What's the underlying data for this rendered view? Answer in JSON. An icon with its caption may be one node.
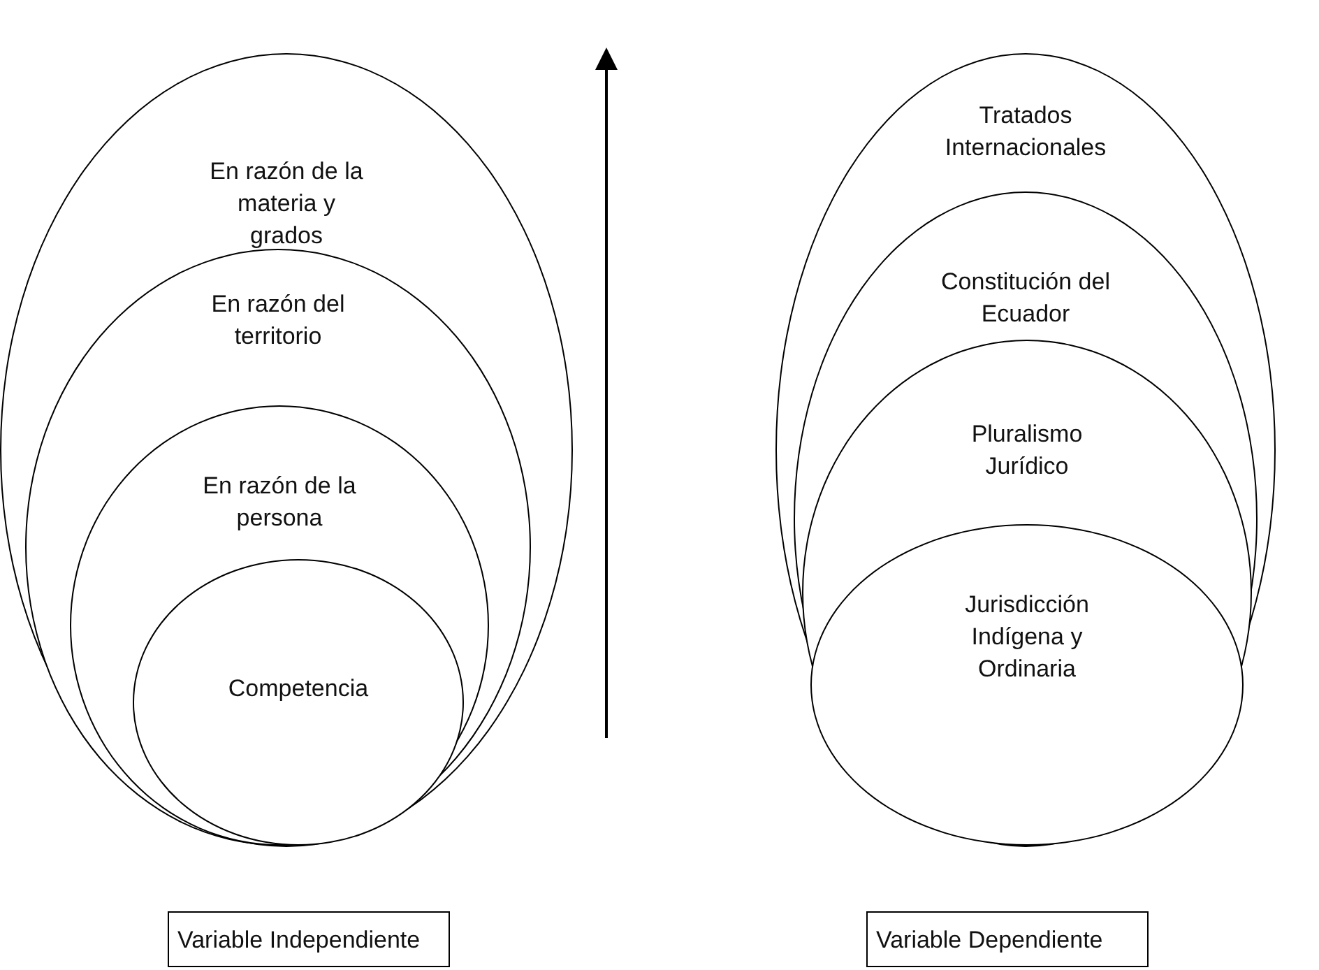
{
  "diagram": {
    "nodes": [
      {
        "text": [
          "En razón de la materia y grados"
        ]
      },
      {
        "text": [
          "En razón del territorio"
        ],
        "in": 0
      },
      {
        "text": [
          "En razón de la persona"
        ],
        "in": 1
      },
      {
        "text": [
          "Competencia"
        ],
        "in": 2
      },
      {
        "text": [
          "Tratados Internacionales"
        ]
      },
      {
        "text": [
          "Constitución del Ecuador"
        ],
        "in": 4
      },
      {
        "text": [
          "Pluralismo Jurídico"
        ],
        "in": 5
      },
      {
        "text": [
          "Jurisdicción Indígena y Ordinaria"
        ],
        "in": 6
      },
      {
        "text": [
          "Variable Independiente"
        ]
      },
      {
        "text": [
          "Variable Dependiente"
        ]
      }
    ]
  }
}
